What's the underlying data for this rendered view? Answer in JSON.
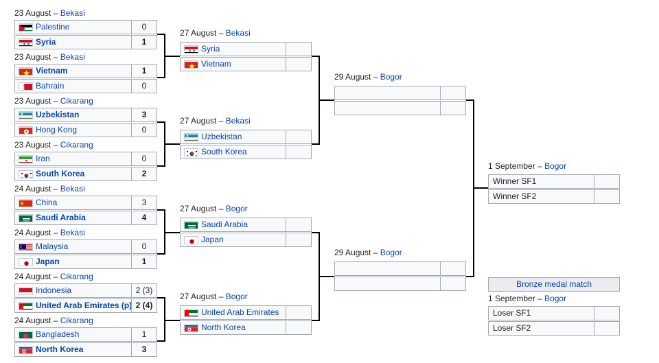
{
  "r16": [
    {
      "date": "23 August",
      "venue": "Bekasi",
      "teams": [
        {
          "name": "Palestine",
          "score": "0",
          "winner": false,
          "flag": "flag-palestine-icon"
        },
        {
          "name": "Syria",
          "score": "1",
          "winner": true,
          "flag": "flag-syria-icon"
        }
      ]
    },
    {
      "date": "23 August",
      "venue": "Bekasi",
      "teams": [
        {
          "name": "Vietnam",
          "score": "1",
          "winner": true,
          "flag": "flag-vietnam-icon"
        },
        {
          "name": "Bahrain",
          "score": "0",
          "winner": false,
          "flag": "flag-bahrain-icon"
        }
      ]
    },
    {
      "date": "23 August",
      "venue": "Cikarang",
      "teams": [
        {
          "name": "Uzbekistan",
          "score": "3",
          "winner": true,
          "flag": "flag-uzbekistan-icon"
        },
        {
          "name": "Hong Kong",
          "score": "0",
          "winner": false,
          "flag": "flag-hongkong-icon"
        }
      ]
    },
    {
      "date": "23 August",
      "venue": "Cikarang",
      "teams": [
        {
          "name": "Iran",
          "score": "0",
          "winner": false,
          "flag": "flag-iran-icon"
        },
        {
          "name": "South Korea",
          "score": "2",
          "winner": true,
          "flag": "flag-southkorea-icon"
        }
      ]
    },
    {
      "date": "24 August",
      "venue": "Bekasi",
      "teams": [
        {
          "name": "China",
          "score": "3",
          "winner": false,
          "flag": "flag-china-icon"
        },
        {
          "name": "Saudi Arabia",
          "score": "4",
          "winner": true,
          "flag": "flag-saudi-icon"
        }
      ]
    },
    {
      "date": "24 August",
      "venue": "Bekasi",
      "teams": [
        {
          "name": "Malaysia",
          "score": "0",
          "winner": false,
          "flag": "flag-malaysia-icon"
        },
        {
          "name": "Japan",
          "score": "1",
          "winner": true,
          "flag": "flag-japan-icon"
        }
      ]
    },
    {
      "date": "24 August",
      "venue": "Cikarang",
      "teams": [
        {
          "name": "Indonesia",
          "score": "2 (3)",
          "winner": false,
          "flag": "flag-indonesia-icon"
        },
        {
          "name": "United Arab Emirates (p)",
          "score": "2 (4)",
          "winner": true,
          "flag": "flag-uae-icon"
        }
      ]
    },
    {
      "date": "24 August",
      "venue": "Cikarang",
      "teams": [
        {
          "name": "Bangladesh",
          "score": "1",
          "winner": false,
          "flag": "flag-bangladesh-icon"
        },
        {
          "name": "North Korea",
          "score": "3",
          "winner": true,
          "flag": "flag-northkorea-icon"
        }
      ]
    }
  ],
  "qf": [
    {
      "date": "27 August",
      "venue": "Bekasi",
      "teams": [
        {
          "name": "Syria",
          "score": "",
          "flag": "flag-syria-icon"
        },
        {
          "name": "Vietnam",
          "score": "",
          "flag": "flag-vietnam-icon"
        }
      ]
    },
    {
      "date": "27 August",
      "venue": "Bekasi",
      "teams": [
        {
          "name": "Uzbekistan",
          "score": "",
          "flag": "flag-uzbekistan-icon"
        },
        {
          "name": "South Korea",
          "score": "",
          "flag": "flag-southkorea-icon"
        }
      ]
    },
    {
      "date": "27 August",
      "venue": "Bogor",
      "teams": [
        {
          "name": "Saudi Arabia",
          "score": "",
          "flag": "flag-saudi-icon"
        },
        {
          "name": "Japan",
          "score": "",
          "flag": "flag-japan-icon"
        }
      ]
    },
    {
      "date": "27 August",
      "venue": "Bogor",
      "teams": [
        {
          "name": "United Arab Emirates",
          "score": "",
          "flag": "flag-uae-icon"
        },
        {
          "name": "North Korea",
          "score": "",
          "flag": "flag-northkorea-icon"
        }
      ]
    }
  ],
  "sf": [
    {
      "date": "29 August",
      "venue": "Bogor",
      "teams": [
        {
          "name": "",
          "score": ""
        },
        {
          "name": "",
          "score": ""
        }
      ]
    },
    {
      "date": "29 August",
      "venue": "Bogor",
      "teams": [
        {
          "name": "",
          "score": ""
        },
        {
          "name": "",
          "score": ""
        }
      ]
    }
  ],
  "final": {
    "date": "1 September",
    "venue": "Bogor",
    "teams": [
      {
        "name": "Winner SF1",
        "score": ""
      },
      {
        "name": "Winner SF2",
        "score": ""
      }
    ]
  },
  "bronze": {
    "label": "Bronze medal match",
    "date": "1 September",
    "venue": "Bogor",
    "teams": [
      {
        "name": "Loser SF1",
        "score": ""
      },
      {
        "name": "Loser SF2",
        "score": ""
      }
    ]
  },
  "separator": " – ",
  "colors": {
    "link": "#0645ad",
    "border": "#a2a9b1",
    "cell_bg": "#f8f9fa",
    "line": "#000000"
  }
}
